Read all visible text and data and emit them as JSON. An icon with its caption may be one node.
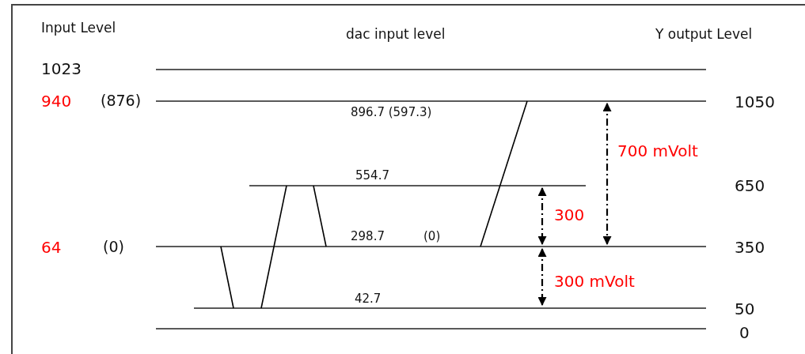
{
  "diagram": {
    "labels": [
      "Input Level",
      "dac input level",
      "Y output Level",
      "1023",
      "940",
      "(876)",
      "1050",
      "896.7 (597.3)",
      "700 mVolt",
      "554.7",
      "650",
      "300",
      "298.7",
      "(0)",
      "64",
      "(0)",
      "350",
      "300 mVolt",
      "42.7",
      "50",
      "0"
    ]
  }
}
